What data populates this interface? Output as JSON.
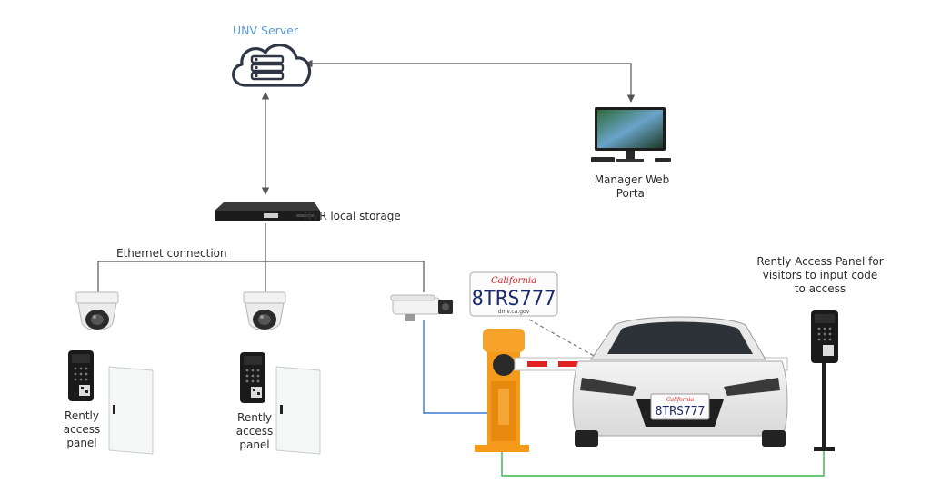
{
  "labels": {
    "server": "UNV Server",
    "nvr": "NVR local storage",
    "ethernet": "Ethernet connection",
    "manager_portal": "Manager Web Portal",
    "rently_panel_left": "Rently access panel",
    "rently_panel_middle": "Rently access panel",
    "access_panel": "Rently Access Panel for visitors to input code to access"
  },
  "plate": {
    "state": "California",
    "number": "8TRS777",
    "site": "dmv.ca.gov"
  },
  "car_plate": {
    "state": "California",
    "number": "8TRS777"
  },
  "colors": {
    "connector": "#555555",
    "blue_wire": "#3a7bd5",
    "green_wire": "#39b54a",
    "gate_orange": "#f59a1b",
    "boom_red": "#e02424"
  }
}
